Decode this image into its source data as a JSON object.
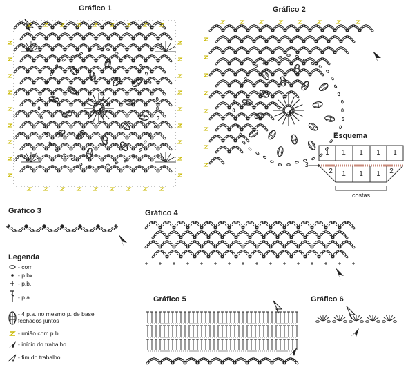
{
  "charts": {
    "chart1_title": "Gráfico 1",
    "chart2_title": "Gráfico 2",
    "chart3_title": "Gráfico 3",
    "chart4_title": "Gráfico 4",
    "chart5_title": "Gráfico 5",
    "chart6_title": "Gráfico 6"
  },
  "schema": {
    "title": "Esquema",
    "top_row": [
      "1",
      "1",
      "1",
      "1",
      "1"
    ],
    "bottom_row": [
      "2",
      "1",
      "1",
      "1",
      "2"
    ],
    "marker_label": "3",
    "back_label": "costas"
  },
  "legend": {
    "title": "Legenda",
    "items": [
      {
        "symbol": "chain-stitch-icon",
        "text": "- corr."
      },
      {
        "symbol": "slip-stitch-icon",
        "text": "- p.bx."
      },
      {
        "symbol": "single-crochet-icon",
        "text": "- p.b."
      },
      {
        "symbol": "double-crochet-icon",
        "text": "- p.a."
      },
      {
        "symbol": "cluster-icon",
        "text": "- 4 p.a. no mesmo p. de base fechados juntos"
      },
      {
        "symbol": "join-icon",
        "text": "- união com p.b."
      },
      {
        "symbol": "start-arrow-icon",
        "text": "- início do trabalho"
      },
      {
        "symbol": "end-arrow-icon",
        "text": "- fim do trabalho"
      }
    ]
  },
  "colors": {
    "ink": "#222222",
    "accent_yellow": "#c9b800",
    "schema_stripe": "#c98a7a"
  }
}
